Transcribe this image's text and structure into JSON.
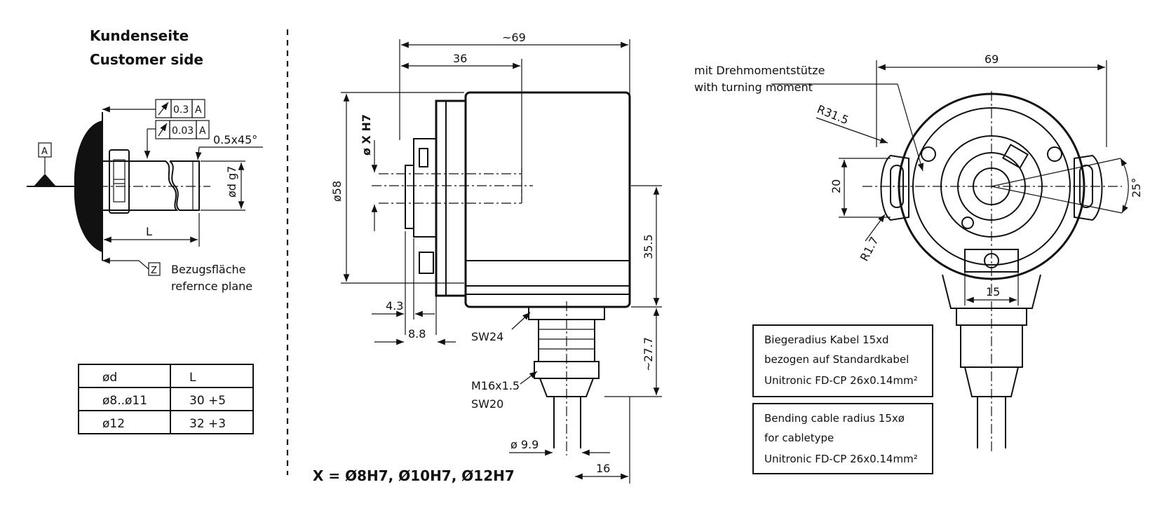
{
  "customer_side": {
    "title_de": "Kundenseite",
    "title_en": "Customer side",
    "datum_a": "A",
    "tol1_value": "0.3",
    "tol1_ref": "A",
    "tol2_value": "0.03",
    "tol2_ref": "A",
    "chamfer": "0.5x45°",
    "shaft_dia": "ød g7",
    "length_label": "L",
    "ref_letter": "Z",
    "ref_de": "Bezugsfläche",
    "ref_en": "refernce plane"
  },
  "table": {
    "headers": [
      "ød",
      "L"
    ],
    "rows": [
      [
        "ø8..ø11",
        "30 +5"
      ],
      [
        "ø12",
        "32 +3"
      ]
    ]
  },
  "side_view": {
    "dim_total": "~69",
    "dim_36": "36",
    "dim_dia58": "ø58",
    "dim_bore": "ø X H7",
    "dim_355": "35.5",
    "dim_43": "4.3",
    "dim_88": "8.8",
    "sw24": "SW24",
    "m16": "M16x1.5",
    "sw20": "SW20",
    "dim_277": "~27.7",
    "dim_99": "ø 9.9",
    "dim_16": "16",
    "bore_formula": "X = Ø8H7, Ø10H7, Ø12H7"
  },
  "front_view": {
    "torque_de": "mit Drehmomentstütze",
    "torque_en": "with turning moment",
    "dim_69": "69",
    "r315": "R31.5",
    "dim_20": "20",
    "dim_25": "25°",
    "r17": "R1.7",
    "dim_15": "15"
  },
  "notes": {
    "de_line1": "Biegeradius Kabel 15xd",
    "de_line2": "bezogen auf Standardkabel",
    "de_line3": "Unitronic FD-CP 26x0.14mm²",
    "en_line1": "Bending cable radius 15xø",
    "en_line2": "for cabletype",
    "en_line3": "Unitronic FD-CP 26x0.14mm²"
  }
}
